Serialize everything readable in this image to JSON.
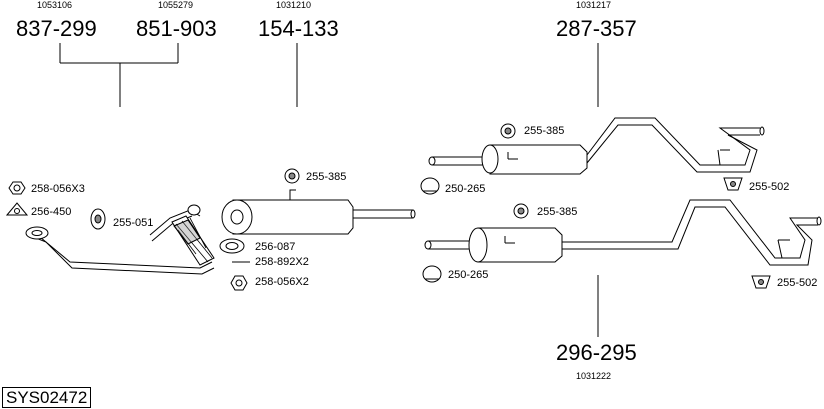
{
  "diagram": {
    "system_code": "SYS02472",
    "assemblies": [
      {
        "ref_code": "1053106",
        "part_number": "837-299"
      },
      {
        "ref_code": "1055279",
        "part_number": "851-903"
      },
      {
        "ref_code": "1031210",
        "part_number": "154-133"
      },
      {
        "ref_code": "1031217",
        "part_number": "287-357"
      },
      {
        "ref_code": "1031222",
        "part_number": "296-295"
      }
    ],
    "fittings": [
      {
        "part_number": "258-056X3"
      },
      {
        "part_number": "256-450"
      },
      {
        "part_number": "255-051"
      },
      {
        "part_number": "255-385"
      },
      {
        "part_number": "256-087"
      },
      {
        "part_number": "258-892X2"
      },
      {
        "part_number": "258-056X2"
      },
      {
        "part_number": "255-385"
      },
      {
        "part_number": "250-265"
      },
      {
        "part_number": "255-502"
      },
      {
        "part_number": "255-385"
      },
      {
        "part_number": "250-265"
      },
      {
        "part_number": "255-502"
      }
    ]
  }
}
